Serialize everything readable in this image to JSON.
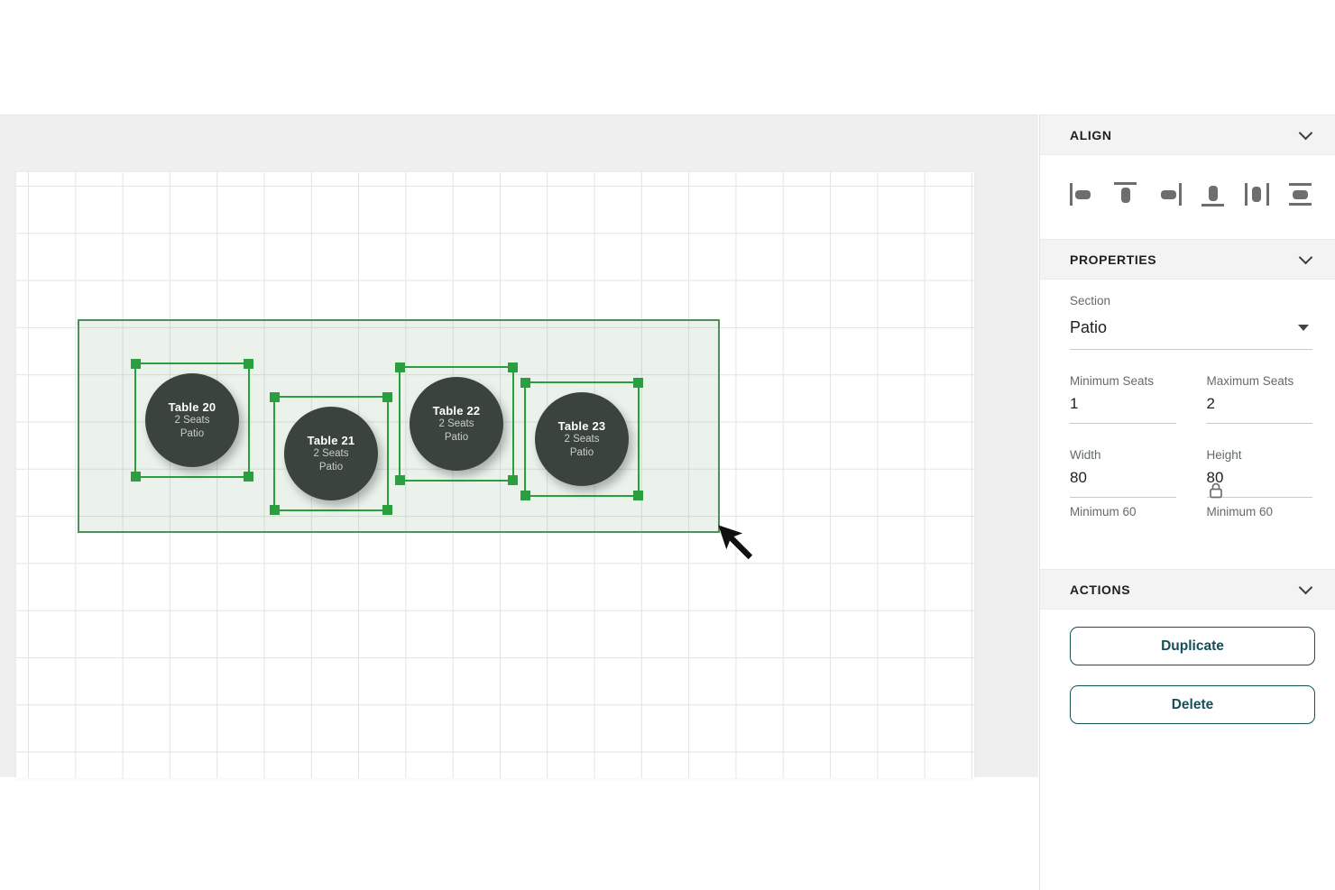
{
  "canvas": {
    "tables": [
      {
        "name": "Table 20",
        "seats": "2 Seats",
        "section": "Patio"
      },
      {
        "name": "Table 21",
        "seats": "2 Seats",
        "section": "Patio"
      },
      {
        "name": "Table 22",
        "seats": "2 Seats",
        "section": "Patio"
      },
      {
        "name": "Table 23",
        "seats": "2 Seats",
        "section": "Patio"
      }
    ]
  },
  "sidebar": {
    "align": {
      "title": "ALIGN",
      "icons": [
        "align-left-icon",
        "align-top-icon",
        "align-right-icon",
        "align-bottom-icon",
        "align-center-horizontal-icon",
        "align-middle-vertical-icon"
      ]
    },
    "properties": {
      "title": "PROPERTIES",
      "section": {
        "label": "Section",
        "value": "Patio"
      },
      "minimum_seats": {
        "label": "Minimum Seats",
        "value": "1"
      },
      "maximum_seats": {
        "label": "Maximum Seats",
        "value": "2"
      },
      "width": {
        "label": "Width",
        "value": "80",
        "hint": "Minimum 60"
      },
      "height": {
        "label": "Height",
        "value": "80",
        "hint": "Minimum 60"
      }
    },
    "actions": {
      "title": "ACTIONS",
      "duplicate_label": "Duplicate",
      "delete_label": "Delete"
    }
  },
  "colors": {
    "selection_green": "#2b9e3f",
    "marquee_border": "#4e8f5b",
    "marquee_fill": "#e7f1e8",
    "table_fill": "#3b443c",
    "accent_teal": "#15505a",
    "workspace_bg": "#efefef",
    "header_band_bg": "#f3f3f3"
  }
}
